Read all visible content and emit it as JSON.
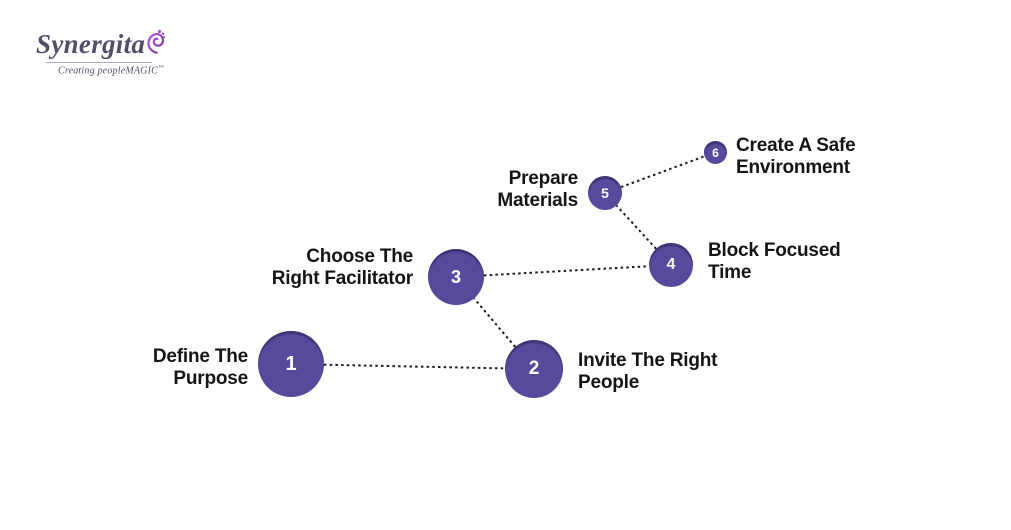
{
  "logo": {
    "brand": "Synergita",
    "tagline": "Creating peopleMAGIC",
    "trademark": "™"
  },
  "diagram": {
    "type": "zigzag-step-infographic",
    "node_color": "#564a9c",
    "connector_color": "#1c1c1c",
    "label_color": "#151515",
    "steps": [
      {
        "num": "1",
        "label": "Define The Purpose",
        "lines": [
          "Define The",
          "Purpose"
        ]
      },
      {
        "num": "2",
        "label": "Invite The Right People",
        "lines": [
          "Invite The Right",
          "People"
        ]
      },
      {
        "num": "3",
        "label": "Choose The Right Facilitator",
        "lines": [
          "Choose The",
          "Right Facilitator"
        ]
      },
      {
        "num": "4",
        "label": "Block Focused Time",
        "lines": [
          "Block Focused",
          "Time"
        ]
      },
      {
        "num": "5",
        "label": "Prepare Materials",
        "lines": [
          "Prepare",
          "Materials"
        ]
      },
      {
        "num": "6",
        "label": "Create A Safe Environment",
        "lines": [
          "Create A Safe",
          "Environment"
        ]
      }
    ]
  }
}
